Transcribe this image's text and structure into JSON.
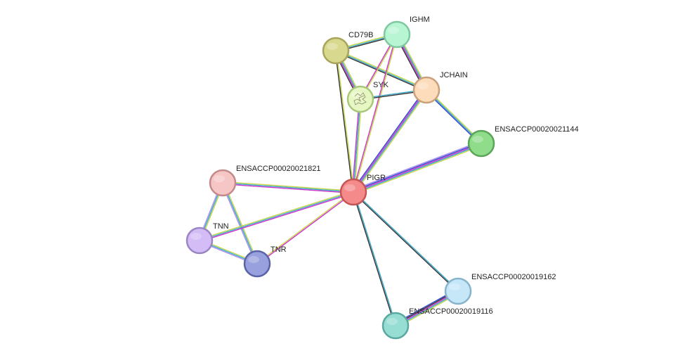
{
  "nodes": [
    {
      "id": "IGHM",
      "label": "IGHM",
      "color": "#b8f5d2",
      "stroke": "#7fc9a0"
    },
    {
      "id": "CD79B",
      "label": "CD79B",
      "color": "#d9d88f",
      "stroke": "#a7a55a"
    },
    {
      "id": "SYK",
      "label": "SYK",
      "color": "#e6f7c4",
      "stroke": "#a8c77b",
      "has_structure": true
    },
    {
      "id": "JCHAIN",
      "label": "JCHAIN",
      "color": "#fddcbc",
      "stroke": "#c9a07b"
    },
    {
      "id": "ENSACCP00020021144",
      "label": "ENSACCP00020021144",
      "color": "#8fdc8a",
      "stroke": "#5aa55a"
    },
    {
      "id": "ENSACCP00020021821",
      "label": "ENSACCP00020021821",
      "color": "#f6c6c6",
      "stroke": "#c48a8a"
    },
    {
      "id": "PIGR",
      "label": "PIGR",
      "color": "#f58a8a",
      "stroke": "#c55555"
    },
    {
      "id": "TNN",
      "label": "TNN",
      "color": "#d4bdf6",
      "stroke": "#9a86c4"
    },
    {
      "id": "TNR",
      "label": "TNR",
      "color": "#98a0dd",
      "stroke": "#5a62a8"
    },
    {
      "id": "ENSACCP00020019162",
      "label": "ENSACCP00020019162",
      "color": "#c6e7f8",
      "stroke": "#86b4cc"
    },
    {
      "id": "ENSACCP00020019116",
      "label": "ENSACCP00020019116",
      "color": "#96ddd3",
      "stroke": "#5aa8a0"
    }
  ],
  "edges": [
    {
      "source": "CD79B",
      "target": "IGHM",
      "colors": [
        "#c8d64a",
        "#3aa7c9",
        "#333333"
      ]
    },
    {
      "source": "CD79B",
      "target": "SYK",
      "colors": [
        "#c8d64a",
        "#3aa7c9",
        "#cc33cc",
        "#333333"
      ]
    },
    {
      "source": "CD79B",
      "target": "JCHAIN",
      "colors": [
        "#c8d64a",
        "#3aa7c9",
        "#333333"
      ]
    },
    {
      "source": "CD79B",
      "target": "PIGR",
      "colors": [
        "#c8d64a",
        "#333333"
      ]
    },
    {
      "source": "IGHM",
      "target": "SYK",
      "colors": [
        "#c8d64a",
        "#cc33cc"
      ]
    },
    {
      "source": "IGHM",
      "target": "JCHAIN",
      "colors": [
        "#c8d64a",
        "#3aa7c9",
        "#cc33cc",
        "#333333"
      ]
    },
    {
      "source": "IGHM",
      "target": "PIGR",
      "colors": [
        "#c8d64a",
        "#cc33cc"
      ]
    },
    {
      "source": "SYK",
      "target": "JCHAIN",
      "colors": [
        "#3aa7c9",
        "#333333"
      ]
    },
    {
      "source": "SYK",
      "target": "PIGR",
      "colors": [
        "#c8d64a",
        "#3aa7c9",
        "#cc33cc"
      ]
    },
    {
      "source": "JCHAIN",
      "target": "PIGR",
      "colors": [
        "#c8d64a",
        "#3aa7c9",
        "#cc33cc",
        "#3344cc"
      ]
    },
    {
      "source": "JCHAIN",
      "target": "ENSACCP00020021144",
      "colors": [
        "#c8d64a",
        "#3aa7c9",
        "#3344cc"
      ]
    },
    {
      "source": "ENSACCP00020021144",
      "target": "PIGR",
      "colors": [
        "#c8d64a",
        "#3aa7c9",
        "#cc33cc",
        "#3344cc",
        "#a78cf0"
      ]
    },
    {
      "source": "ENSACCP00020021821",
      "target": "PIGR",
      "colors": [
        "#c8d64a",
        "#3aa7c9",
        "#cc33cc"
      ]
    },
    {
      "source": "ENSACCP00020021821",
      "target": "TNN",
      "colors": [
        "#c8d64a",
        "#3aa7c9",
        "#a78cf0"
      ]
    },
    {
      "source": "ENSACCP00020021821",
      "target": "TNR",
      "colors": [
        "#c8d64a",
        "#3aa7c9",
        "#a78cf0"
      ]
    },
    {
      "source": "TNN",
      "target": "PIGR",
      "colors": [
        "#c8d64a",
        "#3aa7c9",
        "#cc33cc"
      ]
    },
    {
      "source": "TNN",
      "target": "TNR",
      "colors": [
        "#c8d64a",
        "#3aa7c9",
        "#a78cf0"
      ]
    },
    {
      "source": "TNR",
      "target": "PIGR",
      "colors": [
        "#c8d64a",
        "#cc33cc"
      ]
    },
    {
      "source": "PIGR",
      "target": "ENSACCP00020019162",
      "colors": [
        "#3aa7c9",
        "#333333"
      ]
    },
    {
      "source": "PIGR",
      "target": "ENSACCP00020019116",
      "colors": [
        "#3aa7c9",
        "#333333"
      ]
    },
    {
      "source": "ENSACCP00020019162",
      "target": "ENSACCP00020019116",
      "colors": [
        "#c8d64a",
        "#3aa7c9",
        "#cc33cc",
        "#333333",
        "#3344cc"
      ]
    }
  ]
}
